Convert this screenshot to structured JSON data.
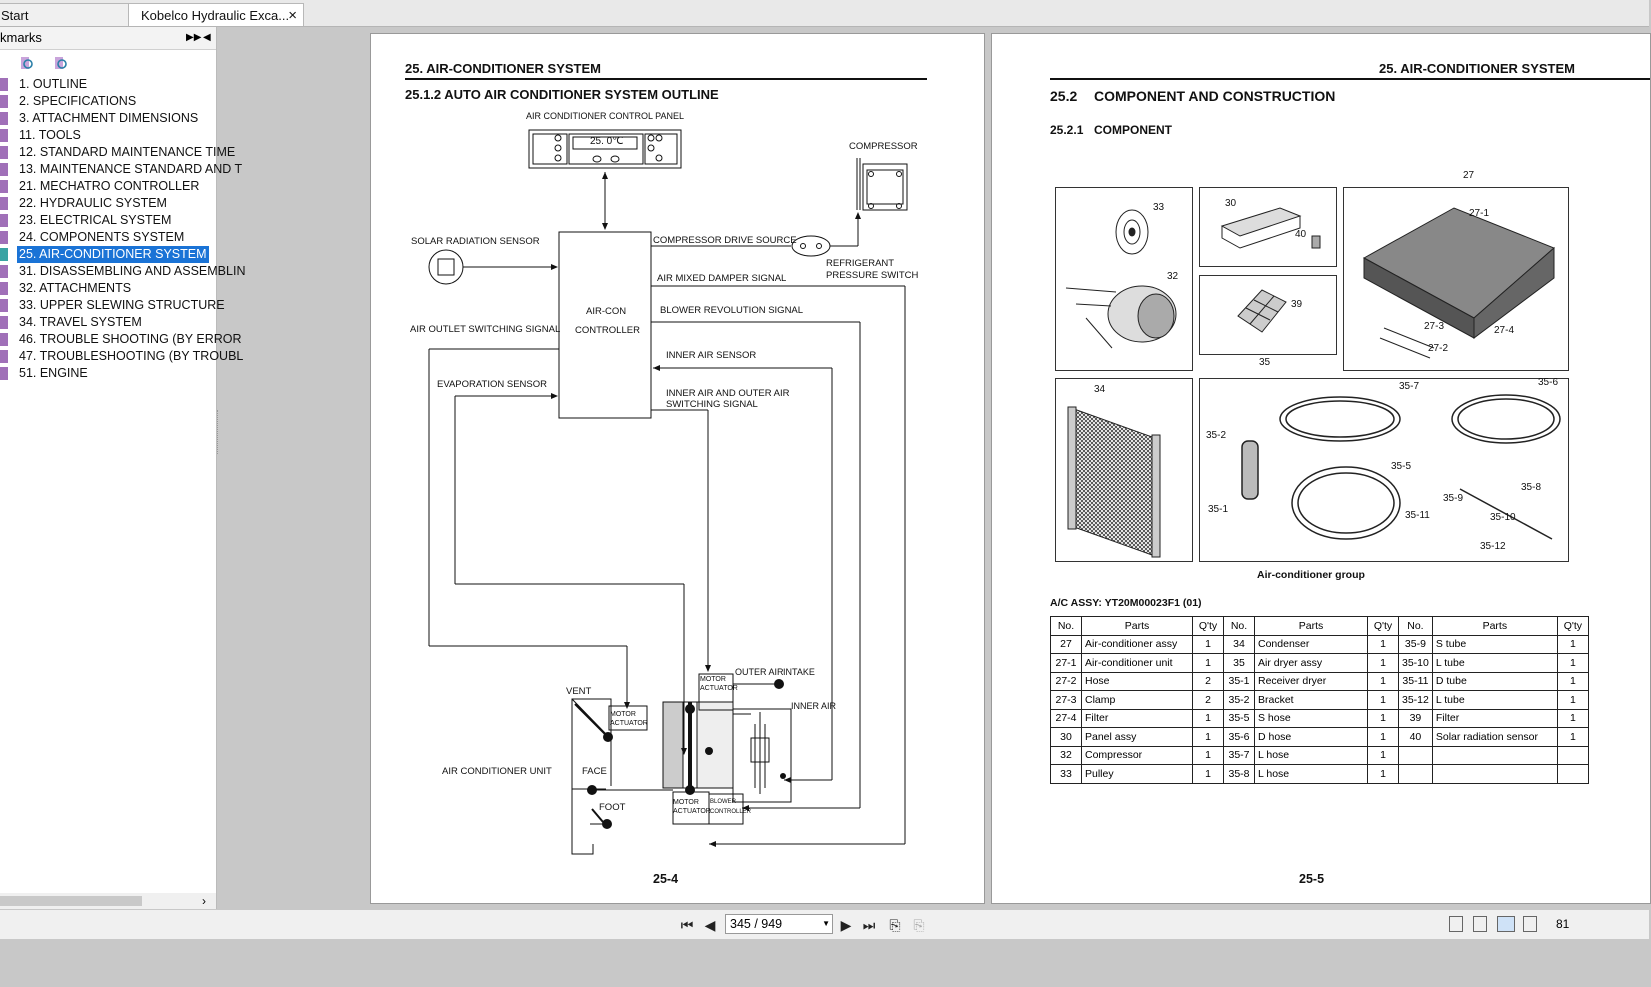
{
  "tabs": {
    "start": "Start",
    "doc": "Kobelco Hydraulic Exca...",
    "close": "×"
  },
  "sidebar": {
    "title": "kmarks",
    "items": [
      {
        "label": "1. OUTLINE"
      },
      {
        "label": "2. SPECIFICATIONS"
      },
      {
        "label": "3. ATTACHMENT DIMENSIONS"
      },
      {
        "label": "11. TOOLS"
      },
      {
        "label": "12. STANDARD MAINTENANCE TIME"
      },
      {
        "label": "13. MAINTENANCE STANDARD AND T"
      },
      {
        "label": "21. MECHATRO CONTROLLER"
      },
      {
        "label": "22. HYDRAULIC SYSTEM"
      },
      {
        "label": "23. ELECTRICAL SYSTEM"
      },
      {
        "label": "24. COMPONENTS SYSTEM"
      },
      {
        "label": "25. AIR-CONDITIONER SYSTEM",
        "selected": true
      },
      {
        "label": "31. DISASSEMBLING AND ASSEMBLIN"
      },
      {
        "label": "32. ATTACHMENTS"
      },
      {
        "label": "33. UPPER SLEWING STRUCTURE"
      },
      {
        "label": "34. TRAVEL SYSTEM"
      },
      {
        "label": "46. TROUBLE SHOOTING (BY ERROR"
      },
      {
        "label": "47. TROUBLESHOOTING (BY TROUBL"
      },
      {
        "label": "51. ENGINE"
      }
    ],
    "bookmark_color": "#a070b8",
    "selected_color": "#1a73d6"
  },
  "left_page": {
    "header": "25.  AIR-CONDITIONER SYSTEM",
    "subheader": "25.1.2  AUTO AIR CONDITIONER SYSTEM OUTLINE",
    "page_number": "25-4",
    "labels": {
      "control_panel": "AIR CONDITIONER CONTROL PANEL",
      "temp": "25. 0℃",
      "compressor": "COMPRESSOR",
      "solar": "SOLAR RADIATION SENSOR",
      "compressor_drive": "COMPRESSOR DRIVE SOURCE",
      "refrigerant": "REFRIGERANT",
      "pressure_switch": "PRESSURE SWITCH",
      "mixed_damper": "AIR MIXED DAMPER SIGNAL",
      "aircon": "AIR-CON",
      "controller": "CONTROLLER",
      "blower_rev": "BLOWER REVOLUTION SIGNAL",
      "outlet_switch": "AIR OUTLET SWITCHING SIGNAL",
      "inner_sensor": "INNER AIR SENSOR",
      "evap_sensor": "EVAPORATION SENSOR",
      "inner_outer_1": "INNER AIR AND OUTER AIR",
      "inner_outer_2": "SWITCHING SIGNAL",
      "outer_air": "OUTER AIR",
      "intake": "INTAKE",
      "inner_air": "INNER AIR",
      "vent": "VENT",
      "motor": "MOTOR",
      "actuator": "ACTUATOR",
      "face": "FACE",
      "foot": "FOOT",
      "unit": "AIR CONDITIONER UNIT",
      "blower": "BLOWER",
      "blower_controller": "CONTROLLER"
    }
  },
  "right_page": {
    "header": "25.  AIR-CONDITIONER SYSTEM",
    "section": "25.2",
    "section_title": "COMPONENT AND CONSTRUCTION",
    "subsection": "25.2.1",
    "subsection_title": "COMPONENT",
    "caption": "Air-conditioner group",
    "assy": "A/C ASSY: YT20M00023F1 (01)",
    "page_number": "25-5",
    "callouts": {
      "c33": "33",
      "c32": "32",
      "c30": "30",
      "c40": "40",
      "c39": "39",
      "c27": "27",
      "c27_1": "27-1",
      "c27_3": "27-3",
      "c27_2": "27-2",
      "c27_4": "27-4",
      "c34": "34",
      "c35": "35",
      "c35_7": "35-7",
      "c35_6": "35-6",
      "c35_2": "35-2",
      "c35_5": "35-5",
      "c35_9": "35-9",
      "c35_8": "35-8",
      "c35_1": "35-1",
      "c35_11": "35-11",
      "c35_10": "35-10",
      "c35_12": "35-12"
    },
    "table_headers": [
      "No.",
      "Parts",
      "Q'ty",
      "No.",
      "Parts",
      "Q'ty",
      "No.",
      "Parts",
      "Q'ty"
    ],
    "table_rows": [
      [
        "27",
        "Air-conditioner assy",
        "1",
        "34",
        "Condenser",
        "1",
        "35-9",
        "S tube",
        "1"
      ],
      [
        "27-1",
        "Air-conditioner unit",
        "1",
        "35",
        "Air dryer assy",
        "1",
        "35-10",
        "L tube",
        "1"
      ],
      [
        "27-2",
        "Hose",
        "2",
        "35-1",
        "Receiver dryer",
        "1",
        "35-11",
        "D tube",
        "1"
      ],
      [
        "27-3",
        "Clamp",
        "2",
        "35-2",
        "Bracket",
        "1",
        "35-12",
        "L tube",
        "1"
      ],
      [
        "27-4",
        "Filter",
        "1",
        "35-5",
        "S hose",
        "1",
        "39",
        "Filter",
        "1"
      ],
      [
        "30",
        "Panel assy",
        "1",
        "35-6",
        "D hose",
        "1",
        "40",
        "Solar radiation sensor",
        "1"
      ],
      [
        "32",
        "Compressor",
        "1",
        "35-7",
        "L hose",
        "1",
        "",
        "",
        ""
      ],
      [
        "33",
        "Pulley",
        "1",
        "35-8",
        "L hose",
        "1",
        "",
        "",
        ""
      ]
    ]
  },
  "status": {
    "page": "345 / 949",
    "zoom": "81"
  }
}
